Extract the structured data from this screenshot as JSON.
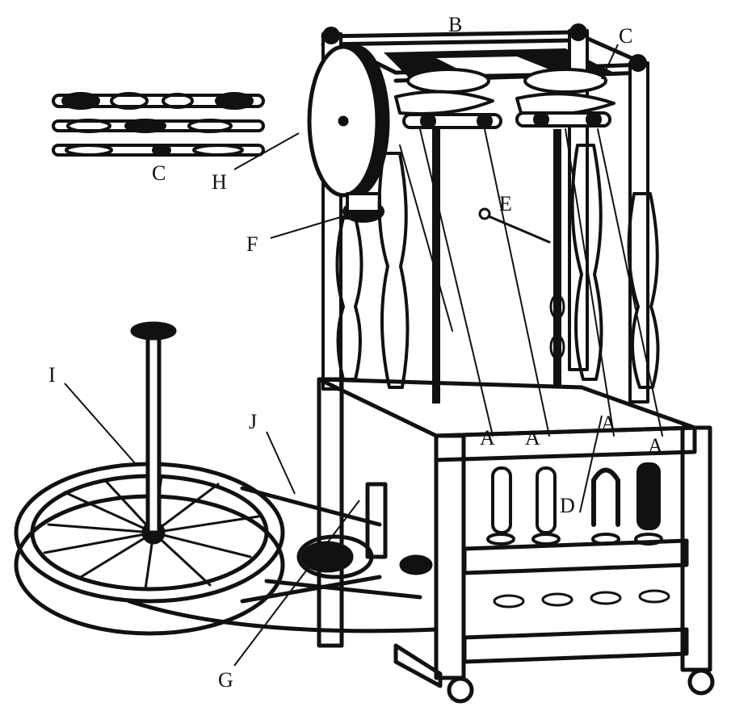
{
  "figure": {
    "labels": {
      "A1": "A",
      "A2": "A",
      "A3": "A",
      "A4": "A",
      "B": "B",
      "C_top": "C",
      "C_left": "C",
      "D": "D",
      "E": "E",
      "F": "F",
      "G": "G",
      "H": "H",
      "I": "I",
      "J": "J"
    },
    "colors": {
      "ink": "#111111",
      "paper": "#ffffff"
    }
  }
}
